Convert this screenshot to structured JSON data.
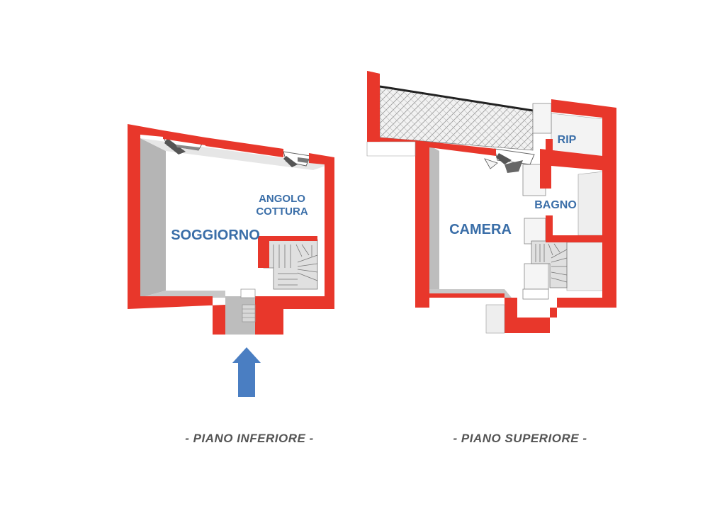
{
  "colors": {
    "wall": "#e8372b",
    "wall_shade": "#b5b5b5",
    "wall_side": "#d9d9d9",
    "label": "#3a6ea8",
    "arrow": "#4a7ec2",
    "caption": "#555555"
  },
  "lower_floor": {
    "rooms": {
      "living": "SOGGIORNO",
      "kitchen_line1": "ANGOLO",
      "kitchen_line2": "COTTURA"
    },
    "caption": "-  PIANO INFERIORE  -",
    "entrance_arrow_icon": "arrow-up-icon"
  },
  "upper_floor": {
    "rooms": {
      "bedroom": "CAMERA",
      "bathroom": "BAGNO",
      "storage": "RIP"
    },
    "caption": "-  PIANO  SUPERIORE  -"
  }
}
